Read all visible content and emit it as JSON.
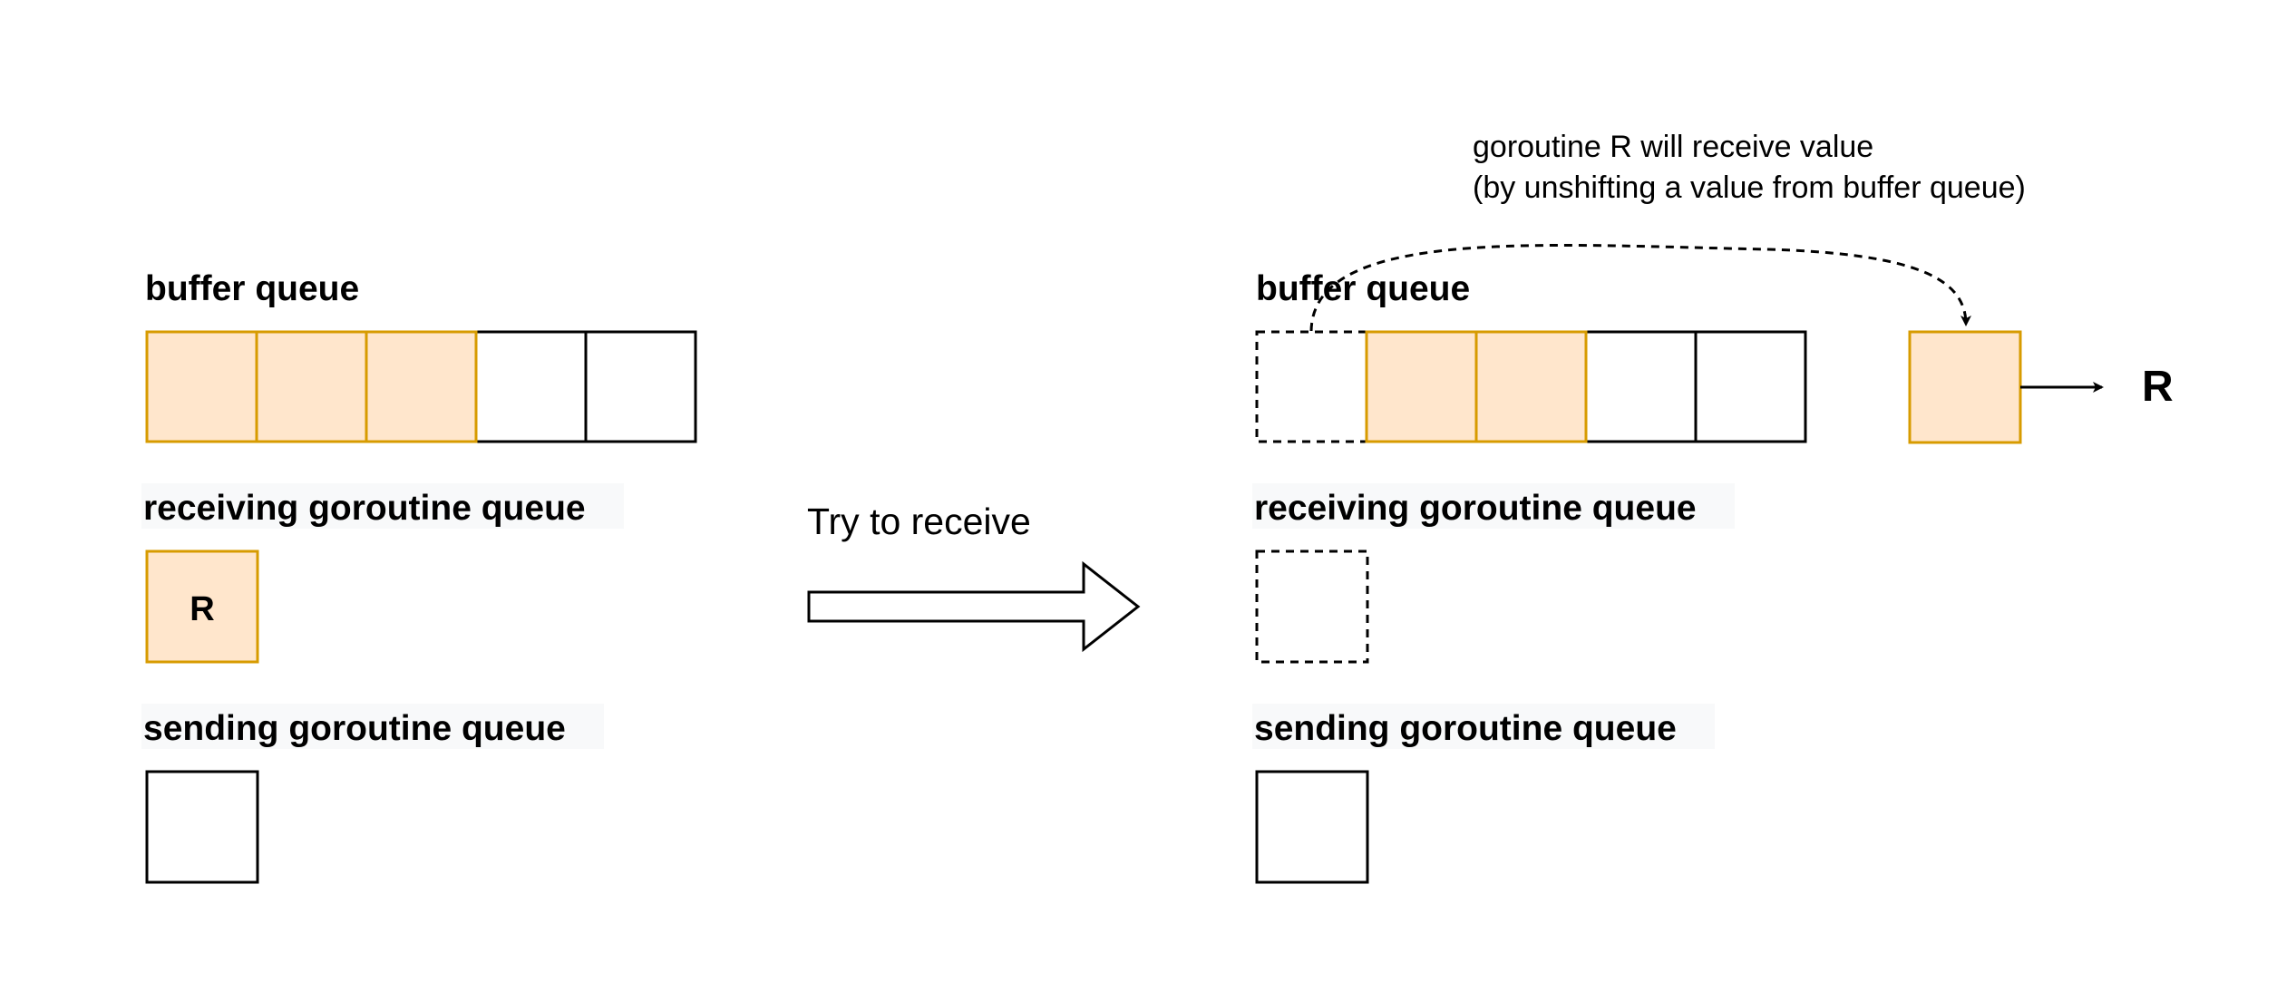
{
  "colors": {
    "filled_fill": "#FFE6CC",
    "filled_stroke": "#D79B00",
    "empty_stroke": "#000000",
    "label_bg": "#F8F9FA"
  },
  "before": {
    "buffer_label": "buffer queue",
    "buffer_cells": [
      "filled",
      "filled",
      "filled",
      "empty",
      "empty"
    ],
    "receiving_label": "receiving goroutine queue",
    "receiving_item": "R",
    "sending_label": "sending goroutine queue"
  },
  "transition": {
    "label": "Try to receive"
  },
  "after": {
    "note_line1": "goroutine R will receive value",
    "note_line2": "(by unshifting a value from buffer queue)",
    "buffer_label": "buffer queue",
    "buffer_cells": [
      "dashed",
      "filled",
      "filled",
      "empty",
      "empty"
    ],
    "receiving_label": "receiving goroutine queue",
    "sending_label": "sending goroutine queue",
    "receiver": "R"
  }
}
